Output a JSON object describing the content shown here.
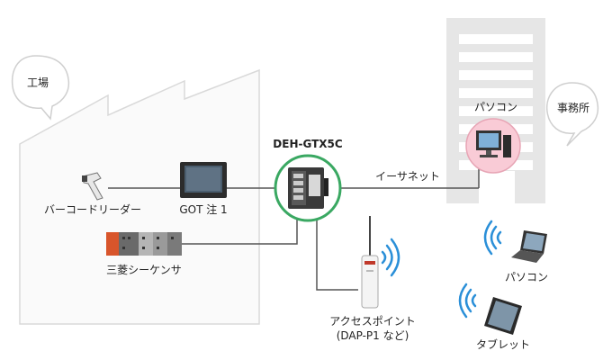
{
  "bubbles": {
    "factory": "工場",
    "office": "事務所"
  },
  "devices": {
    "switch": "DEH-GTX5C",
    "office_pc": "パソコン",
    "ethernet": "イーサネット",
    "barcode_reader": "バーコードリーダー",
    "got": "GOT 注 1",
    "plc": "三菱シーケンサ",
    "access_point": "アクセスポイント",
    "access_point_note": "(DAP-P1 など)",
    "laptop": "パソコン",
    "tablet": "タブレット"
  },
  "colors": {
    "line": "#555555",
    "switch_ring": "#3aa862",
    "wifi": "#2a8fd8",
    "pc_circle": "#f9cbd6",
    "bldg": "#d6d6d6"
  }
}
